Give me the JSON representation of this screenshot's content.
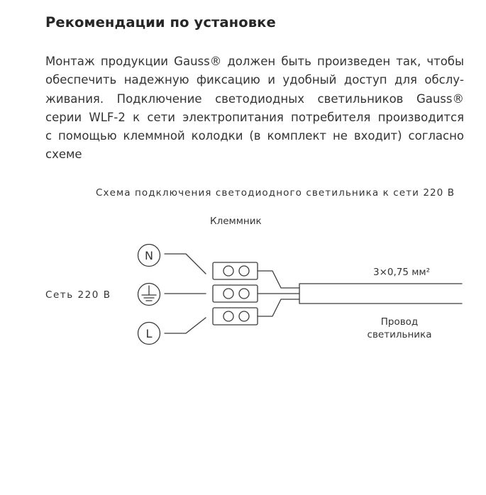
{
  "document": {
    "title": "Рекомендации по установке",
    "paragraph_lines": [
      "Монтаж продукции Gauss® должен быть произведен так, чтобы",
      "обеспечить надежную фиксацию и удобный доступ для обслу-",
      "живания. Подключение светодиодных светильников Gauss®",
      "серии WLF-2 к сети электропитания потребителя производится",
      "с помощью клеммной колодки (в комплект не входит) согласно",
      "схеме"
    ]
  },
  "diagram": {
    "caption": "Схема подключения светодиодного светильника к сети 220 В",
    "terminal_label": "Клеммник",
    "network_label": "Сеть 220 В",
    "neutral_symbol": "N",
    "line_symbol": "L",
    "ground_symbol": "ground-icon",
    "cable_spec": "3×0,75 мм²",
    "wire_label_line1": "Провод",
    "wire_label_line2": "светильника",
    "stroke_color": "#3a3a3a"
  }
}
